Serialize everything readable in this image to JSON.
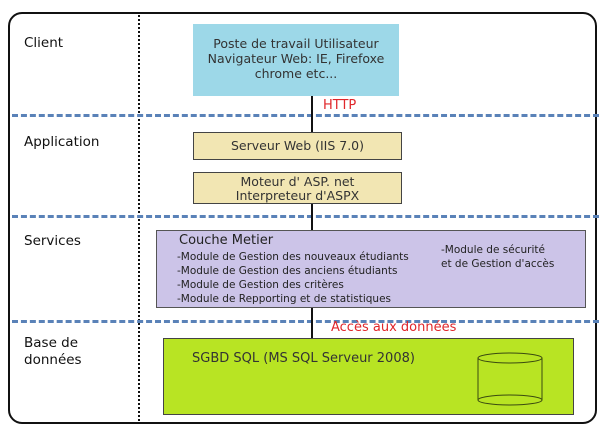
{
  "layers": {
    "client": "Client",
    "application": "Application",
    "services": "Services",
    "database_line1": "Base de",
    "database_line2": "données"
  },
  "client_box": {
    "lines": [
      "Poste de travail Utilisateur",
      "Navigateur Web: IE, Firefoxe",
      "chrome etc..."
    ]
  },
  "protocol_http": "HTTP",
  "application": {
    "web_server": "Serveur Web (IIS 7.0)",
    "asp_line1": "Moteur d' ASP. net",
    "asp_line2": "Interpreteur d'ASPX"
  },
  "services": {
    "title": "Couche Metier",
    "modules": [
      "-Module de Gestion des nouveaux étudiants",
      "-Module de Gestion des anciens étudiants",
      "-Module de Gestion des critères",
      "-Module de Repporting et de statistiques"
    ],
    "security_line1": "-Module de sécurité",
    "security_line2": "et de Gestion d'accès"
  },
  "data_access": "Accès aux données",
  "database": {
    "title": "SGBD SQL (MS SQL Serveur 2008)",
    "icon": "database-cylinder-icon"
  },
  "colors": {
    "client": "#9dd8e8",
    "application": "#f2e6b3",
    "services": "#ccc4e8",
    "database": "#b8e423",
    "separator": "#5a82b8",
    "protocol": "#e0262a"
  }
}
